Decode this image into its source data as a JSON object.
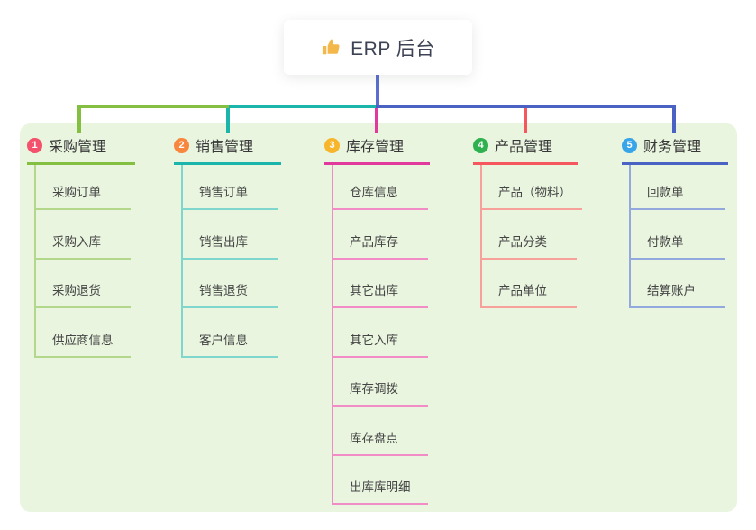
{
  "root": {
    "label": "ERP 后台",
    "icon": "thumbs-up-icon",
    "icon_color": "#f4b84a",
    "drop_line_color": "#5b6ece"
  },
  "branches": [
    {
      "index": "1",
      "label": "采购管理",
      "badge_color": "#f4516c",
      "line_color": "#84bf41",
      "child_line_color": "#b3d88c",
      "children": [
        "采购订单",
        "采购入库",
        "采购退货",
        "供应商信息"
      ]
    },
    {
      "index": "2",
      "label": "销售管理",
      "badge_color": "#f8863c",
      "line_color": "#1cb5ab",
      "child_line_color": "#7fd6cc",
      "children": [
        "销售订单",
        "销售出库",
        "销售退货",
        "客户信息"
      ]
    },
    {
      "index": "3",
      "label": "库存管理",
      "badge_color": "#f7b52c",
      "line_color": "#e23a9c",
      "child_line_color": "#f28cc6",
      "children": [
        "仓库信息",
        "产品库存",
        "其它出库",
        "其它入库",
        "库存调拨",
        "库存盘点",
        "出库库明细"
      ]
    },
    {
      "index": "4",
      "label": "产品管理",
      "badge_color": "#2fb150",
      "line_color": "#f6575e",
      "child_line_color": "#f8a19b",
      "children": [
        "产品（物料）",
        "产品分类",
        "产品单位"
      ]
    },
    {
      "index": "5",
      "label": "财务管理",
      "badge_color": "#38a5e9",
      "line_color": "#4a62c4",
      "child_line_color": "#93a8dd",
      "children": [
        "回款单",
        "付款单",
        "结算账户"
      ]
    }
  ],
  "panel_color": "#e9f5df"
}
